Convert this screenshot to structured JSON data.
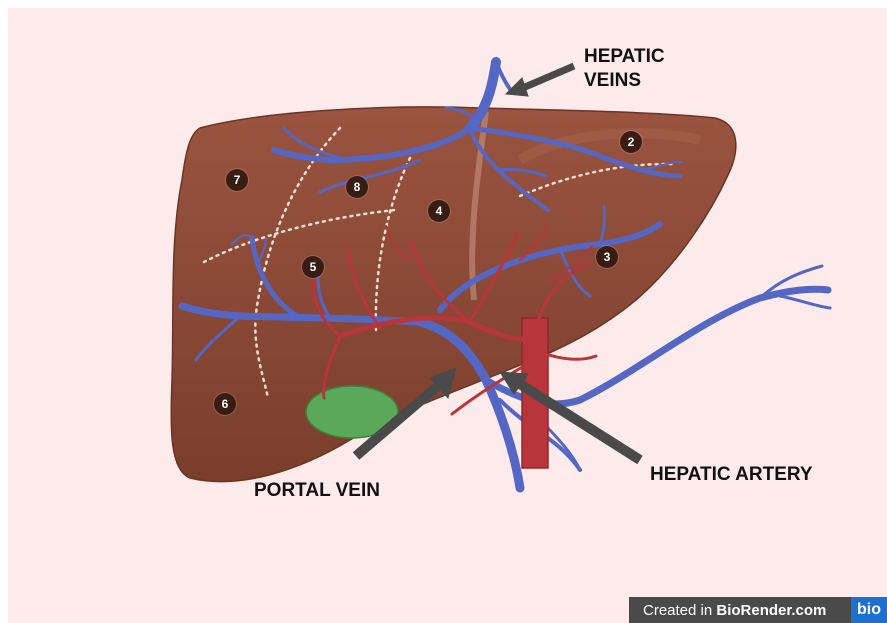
{
  "labels": {
    "hepatic_veins_line1": "HEPATIC",
    "hepatic_veins_line2": "VEINS",
    "portal_vein": "PORTAL VEIN",
    "hepatic_artery": "HEPATIC ARTERY"
  },
  "segments": [
    "2",
    "3",
    "4",
    "5",
    "6",
    "7",
    "8"
  ],
  "credit": {
    "prefix": "Created in ",
    "brand": "BioRender.com",
    "logo_text": "bio"
  },
  "colors": {
    "background": "#fdebeb",
    "liver": "#8b4a35",
    "vein": "#5567c4",
    "artery": "#b8353b",
    "gallbladder": "#5aa85a",
    "arrow": "#4a4a4a",
    "segment_badge": "#3a1d12"
  }
}
